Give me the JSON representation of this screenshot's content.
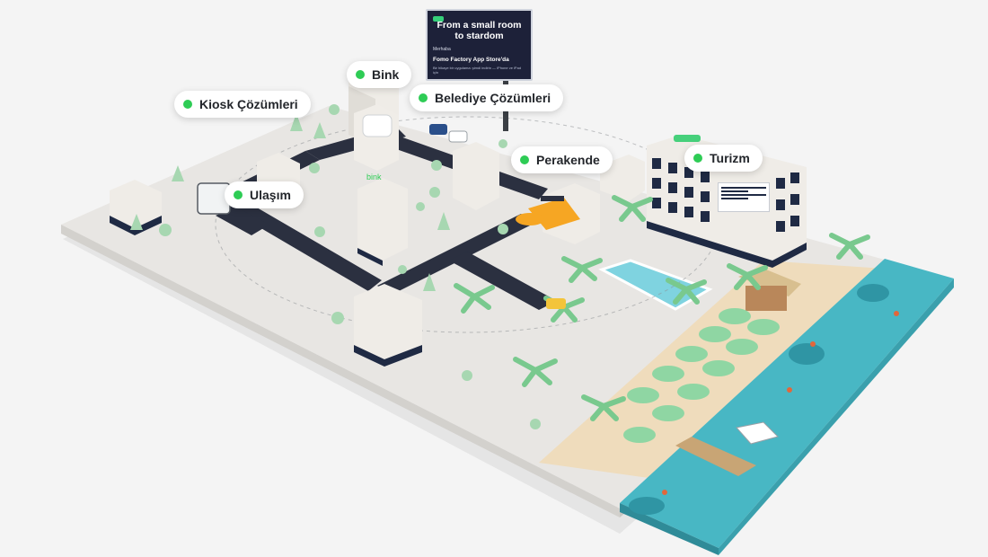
{
  "labels": [
    {
      "id": "bink",
      "text": "Bink"
    },
    {
      "id": "kiosk",
      "text": "Kiosk Çözümleri"
    },
    {
      "id": "belediye",
      "text": "Belediye Çözümleri"
    },
    {
      "id": "perakende",
      "text": "Perakende"
    },
    {
      "id": "turizm",
      "text": "Turizm"
    },
    {
      "id": "ulasim",
      "text": "Ulaşım"
    }
  ],
  "billboard": {
    "headline": "From a small room to stardom",
    "line1": "Merhaba",
    "line2": "Fomo Factory App Store'da",
    "line3": "Bir hikaye bir uygulama: şimdi indirin — iPhone ve iPad için"
  },
  "building_sign": "bink",
  "colors": {
    "accent": "#2ecc55",
    "ground": "#e8e6e3",
    "road": "#2b3040",
    "sea": "#48b7c4",
    "sand": "#efdcbc",
    "pool": "#7fd3e0",
    "tree": "#a7d7b1",
    "building_dark": "#1f2a44"
  }
}
